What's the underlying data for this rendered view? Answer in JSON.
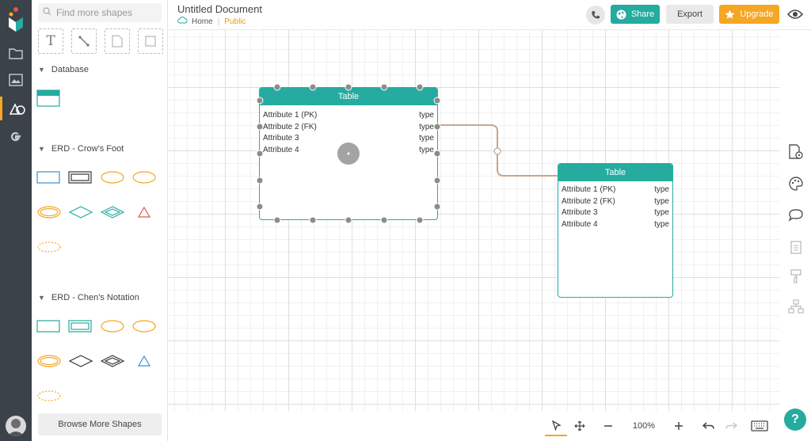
{
  "header": {
    "doc_title": "Untitled Document",
    "breadcrumb_home": "Home",
    "breadcrumb_visibility": "Public",
    "share_label": "Share",
    "export_label": "Export",
    "upgrade_label": "Upgrade"
  },
  "search": {
    "placeholder": "Find more shapes"
  },
  "tools": {
    "text_tool_glyph": "T"
  },
  "sections": {
    "database": "Database",
    "erd_crows_foot": "ERD - Crow's Foot",
    "erd_chens": "ERD - Chen's Notation"
  },
  "browse_label": "Browse More Shapes",
  "table1": {
    "title": "Table",
    "rows": [
      {
        "name": "Attribute 1 (PK)",
        "type": "type"
      },
      {
        "name": "Attribute 2 (FK)",
        "type": "type"
      },
      {
        "name": "Attribute 3",
        "type": "type"
      },
      {
        "name": "Attribute 4",
        "type": "type"
      }
    ]
  },
  "table2": {
    "title": "Table",
    "rows": [
      {
        "name": "Attribute 1 (PK)",
        "type": "type"
      },
      {
        "name": "Attribute 2 (FK)",
        "type": "type"
      },
      {
        "name": "Attribute 3",
        "type": "type"
      },
      {
        "name": "Attribute 4",
        "type": "type"
      }
    ]
  },
  "bottom": {
    "zoom": "100%"
  },
  "help_label": "?",
  "colors": {
    "accent": "#26aba0",
    "upgrade": "#f5a623",
    "rail": "#3b424a",
    "connector": "#c9a58c"
  }
}
